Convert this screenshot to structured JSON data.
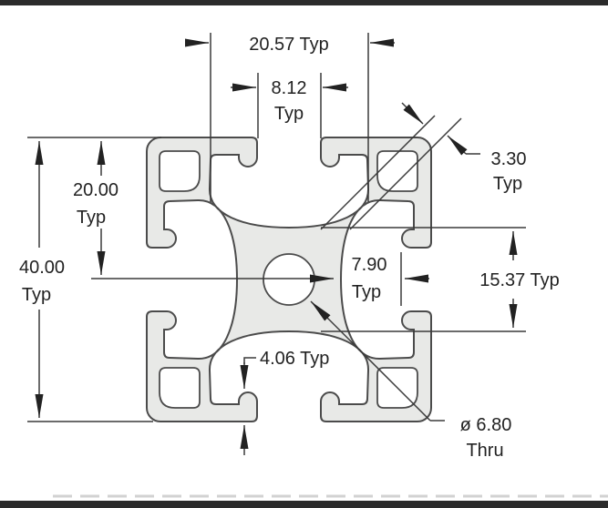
{
  "drawing": {
    "type": "aluminum-extrusion-cross-section",
    "annotations": {
      "slot_spacing": "20.57 Typ",
      "slot_opening_value": "8.12",
      "slot_opening_suffix": "Typ",
      "wall_thickness_value": "3.30",
      "wall_thickness_suffix": "Typ",
      "half_height_value": "20.00",
      "half_height_suffix": "Typ",
      "overall_value": "40.00",
      "overall_suffix": "Typ",
      "web_value": "7.90",
      "web_suffix": "Typ",
      "side_depth": "15.37 Typ",
      "lip_thickness": "4.06 Typ",
      "center_hole_value": "ø 6.80",
      "center_hole_suffix": "Thru"
    },
    "colors": {
      "profile_fill": "#e8e9e7",
      "outline": "#4b4b4b",
      "dimension_line": "#3a3a3a",
      "frame_bar": "#2b2b2b"
    }
  }
}
